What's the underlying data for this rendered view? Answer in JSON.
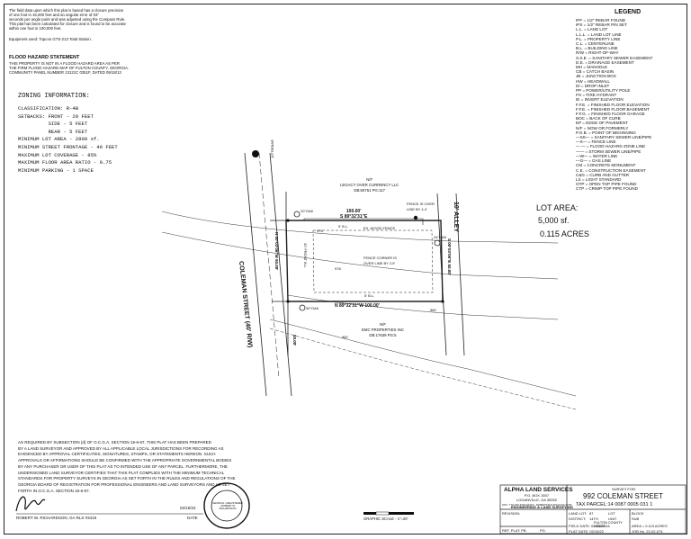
{
  "survey_notes": {
    "precision": "The field data upon which this plat is based has a closure precision\nof one foot in 15,000 feet and an angular error of 03\"\nseconds per angle point and was adjusted using the Compass Rule.\nThis plat has been calculated for closure and is found to be accurate\nwithin one foot in 100,000 feet.",
    "equipment": "Equipment used: Topcon GTS-213 Total Station."
  },
  "flood": {
    "heading": "FLOOD HAZARD STATEMENT",
    "text": "THIS PROPERTY IS NOT IN A FLOOD HAZARD AREA AS PER\nTHE FIRM FLOOD HAZARD MAP OF FULTON COUNTY, GEORGIA.\nCOMMUNITY PANEL NUMBER 13121C 0351F, DATED 09/18/13"
  },
  "zoning": {
    "heading": "ZONING INFORMATION:",
    "lines": [
      "CLASSIFICATION: R-4B",
      "SETBACKS: FRONT - 20 FEET",
      "          SIDE - 5 FEET",
      "          REAR - 5 FEET",
      "MINIMUM LOT AREA - 2800 sf.",
      "MINIMUM STREET FRONTAGE - 40 FEET",
      "MAXIMUM LOT COVERAGE - 85%",
      "MAXIMUM FLOOR AREA RATIO - 0.75",
      "MINIMUM PARKING - 1 SPACE"
    ]
  },
  "legend": {
    "heading": "LEGEND",
    "items": [
      "IPF = 1/2\" REBAR FOUND",
      "IPS = 1/2\" REBAR PIN SET",
      "L.L. = LAND LOT",
      "L.L.L. = LAND LOT LINE",
      "P.L. = PROPERTY LINE",
      "C.L. = CENTERLINE",
      "B.L. = BUILDING LINE",
      "R/W = RIGHT-OF-WAY",
      "S.S.E. = SANITARY SEWER EASEMENT",
      "D.E. = DRAINAGE EASEMENT",
      "MH = MANHOLE",
      "CB = CATCH BASIN",
      "JB = JUNCTION BOX",
      "HW = HEADWALL",
      "DI = DROP INLET",
      "PP = POWER/UTILITY POLE",
      "FH = FIRE HYDRANT",
      "IE = INVERT ELEVATION",
      "F.F.E. = FINISHED FLOOR ELEVATION",
      "F.F.E. = FINISHED FLOOR BASEMENT",
      "F.F.G. = FINISHED FLOOR GARAGE",
      "BOC = BACK OF CURB",
      "EP = EDGE OF PAVEMENT",
      "N/F = NOW OR FORMERLY",
      "P.O.B. = POINT OF BEGINNING",
      "—SS— = SANITARY SEWER LINE/PIPE",
      "—X— = FENCE LINE",
      "— — = FLOOD HAZARD ZONE LINE",
      "—— = STORM SEWER LINE/PIPE",
      "—W— = WATER LINE",
      "—G— = GAS LINE",
      "CM = CONCRETE MONUMENT",
      "C.E. = CONSTRUCTION EASEMENT",
      "C&G = CURB AND GUTTER",
      "LS = LIGHT STANDARD",
      "OTP = OPEN TOP PIPE FOUND",
      "CTP = CRIMP TOP PIPE FOUND"
    ]
  },
  "lot_area": {
    "heading": "LOT AREA:",
    "sf": "5,000 sf.",
    "acres": "0.115 ACRES"
  },
  "plan": {
    "street": "COLEMAN STREET (40' R/W)",
    "alley": "10' ALLEY",
    "north_owner": "N/F\nLEGACY OVER CURRENCY LLC\nDB:60751 PG:117",
    "south_owner": "N/F\nEMC PROPERTIES INC\nDB:17639 PG:5",
    "bearing_north": "100.00'\nS 89°32'31\"E",
    "bearing_south": "N 89°32'31\"W 100.00'",
    "bearing_west": "N 00°03'06\"W  50.00'",
    "bearing_east": "S 00°03'06\"E  50.00'",
    "fence_corner": "FENCE CORNER IS\nOVER LINE BY 2.9'",
    "fence_note": "FENCE IS OVER\nLINE BY 4.4'",
    "wood_fence": "EX. WOOD FENCE",
    "tree1": "20\"OAK",
    "tree2": "24\"OAK",
    "tree3": "30\"OAK",
    "bl_north": "5' B.L.",
    "bl_south": "5' B.L.",
    "bl_front": "20' FRONT B.L.",
    "row_label": "1/2\"REBAR",
    "dim_50": "50.00'",
    "c976": "976",
    "c978": "978",
    "c980": "980",
    "c982": "982"
  },
  "certification": "AS REQUIRED BY SUBSECTION (d) OF O.C.G.A. SECTION 15-6-67, THIS PLAT HAS BEEN PREPARED\nBY A LAND SURVEYOR AND APPROVED BY ALL APPLICABLE LOCAL JURISDICTIONS FOR RECORDING AS\nEVIDENCED BY APPROVAL CERTIFICATES, SIGNATURES, STAMPS, OR STATEMENTS HEREON. SUCH\nAPPROVALS OR AFFIRMATIONS SHOULD BE CONFIRMED WITH THE APPROPRIATE GOVERNMENTAL BODIES\nBY ANY PURCHASER OR USER OF THIS PLAT AS TO INTENDED USE OF ANY PARCEL. FURTHERMORE, THE\nUNDERSIGNED LAND SURVEYOR CERTIFIES THAT THIS PLAT COMPLIES WITH THE MINIMUM TECHNICAL\nSTANDARDS FOR PROPERTY SURVEYS IN GEORGIA AS SET FORTH IN THE RULES AND REGULATIONS OF THE\nGEORGIA BOARD OF REGISTRATION FOR PROFESSIONAL ENGINEERS AND LAND SURVEYORS AND AS SET\nFORTH IN O.C.G.A. SECTION 15-6-67.",
  "signature": {
    "surveyor": "ROBERT W. RICHARDSON, GA RLS #3419",
    "date": "02/15/22",
    "date_label": "DATE",
    "seal_ring": "GEORGIA • REGISTERED • ROBERT W. RICHARDSON"
  },
  "scale": "GRAPHIC SCALE - 1\"=20'",
  "title_block": {
    "company": "ALPHA LAND SERVICES",
    "address": "P.O. BOX 1557\nLOGANVILLE, GA 30052",
    "phone": "OFF: 770-466-4002  EMAIL: ROBERT@ALPHAGAS.COM",
    "tagline": "ENGINEERING & LAND SURVEYING",
    "revision_label": "REVISION:",
    "ref_plat": "REF. PLAT: PB.",
    "pg": "PG.",
    "survey_for": "SURVEY FOR:",
    "address_title": "992 COLEMAN STREET",
    "tax_parcel": "TAX PARCEL:14 0087 0005 031 1",
    "land_lot": "LAND LOT:",
    "land_lot_val": "87",
    "district": "DISTRICT:",
    "district_val": "14TH",
    "county": "FULTON  COUNTY\nGEORGIA",
    "field_date": "FIELD DATE: 02/08/22",
    "plat_date": "PLAT DATE: 02/15/22",
    "lot": "LOT",
    "block": "BLOCK",
    "unit": "UNIT",
    "sub": "SUB",
    "area": "AREA = 0.115 ACRES",
    "job_no": "JOB No. 22-02-074"
  }
}
